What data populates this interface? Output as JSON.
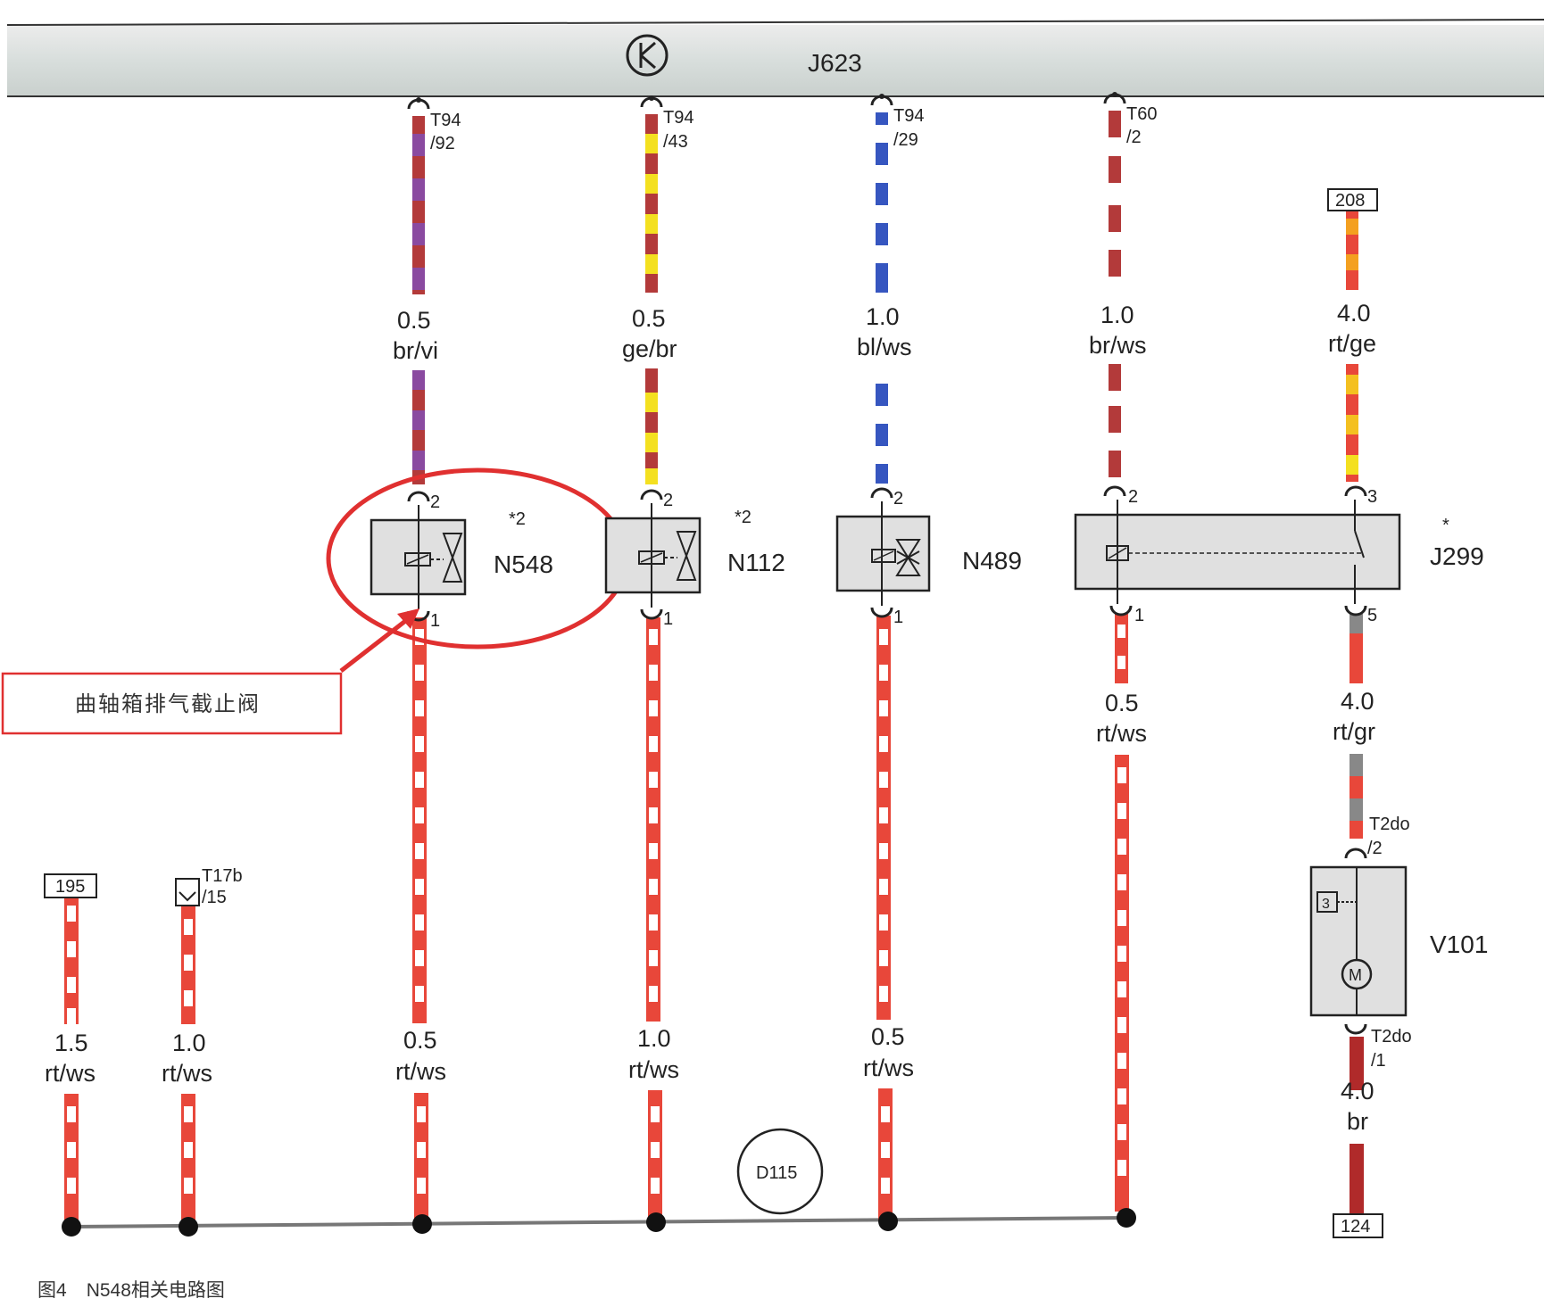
{
  "header": {
    "control_unit": "J623"
  },
  "caption": {
    "figure_no": "图4",
    "text": "N548相关电路图"
  },
  "annotation": {
    "text": "曲轴箱排气截止阀",
    "color": "#e03030"
  },
  "colors": {
    "red": "#e8473a",
    "white": "#ffffff",
    "brown": "#b33a3a",
    "violet": "#8a4aa0",
    "yellow": "#f4e020",
    "blue": "#3656c0",
    "grey": "#888888",
    "dark_brown": "#a52828"
  },
  "components": {
    "n548": {
      "label": "N548",
      "note": "*2"
    },
    "n112": {
      "label": "N112",
      "note": "*2"
    },
    "n489": {
      "label": "N489"
    },
    "j299": {
      "label": "J299",
      "note": "*"
    },
    "v101": {
      "label": "V101",
      "switch_mark": "3"
    }
  },
  "wires": {
    "w1": {
      "top_conn": "T94",
      "top_pin": "/92",
      "gauge": "0.5",
      "color": "br/vi",
      "pin_top": "2",
      "pin_bottom": "1",
      "gauge2": "0.5",
      "color2": "rt/ws"
    },
    "w2": {
      "top_conn": "T94",
      "top_pin": "/43",
      "gauge": "0.5",
      "color": "ge/br",
      "pin_top": "2",
      "pin_bottom": "1",
      "gauge2": "1.0",
      "color2": "rt/ws"
    },
    "w3": {
      "top_conn": "T94",
      "top_pin": "/29",
      "gauge": "1.0",
      "color": "bl/ws",
      "pin_top": "2",
      "pin_bottom": "1",
      "gauge2": "0.5",
      "color2": "rt/ws"
    },
    "w4": {
      "top_conn": "T60",
      "top_pin": "/2",
      "gauge": "1.0",
      "color": "br/ws",
      "pin_top": "2",
      "pin_bottom": "1",
      "gauge2": "0.5",
      "color2": "rt/ws"
    },
    "w5": {
      "ref_top": "208",
      "gauge": "4.0",
      "color": "rt/ge",
      "pin_top": "3",
      "pin_bottom": "5",
      "gauge2": "4.0",
      "color2": "rt/gr",
      "v101_top_conn": "T2do",
      "v101_top_pin": "/2",
      "v101_bottom_conn": "T2do",
      "v101_bottom_pin": "/1",
      "gauge3": "4.0",
      "color3": "br",
      "ref_bottom": "124"
    },
    "w6": {
      "ref_top": "195",
      "gauge": "1.5",
      "color": "rt/ws"
    },
    "w7": {
      "top_conn": "T17b",
      "top_pin": "/15",
      "gauge": "1.0",
      "color": "rt/ws"
    }
  },
  "ground": {
    "label": "D115"
  }
}
